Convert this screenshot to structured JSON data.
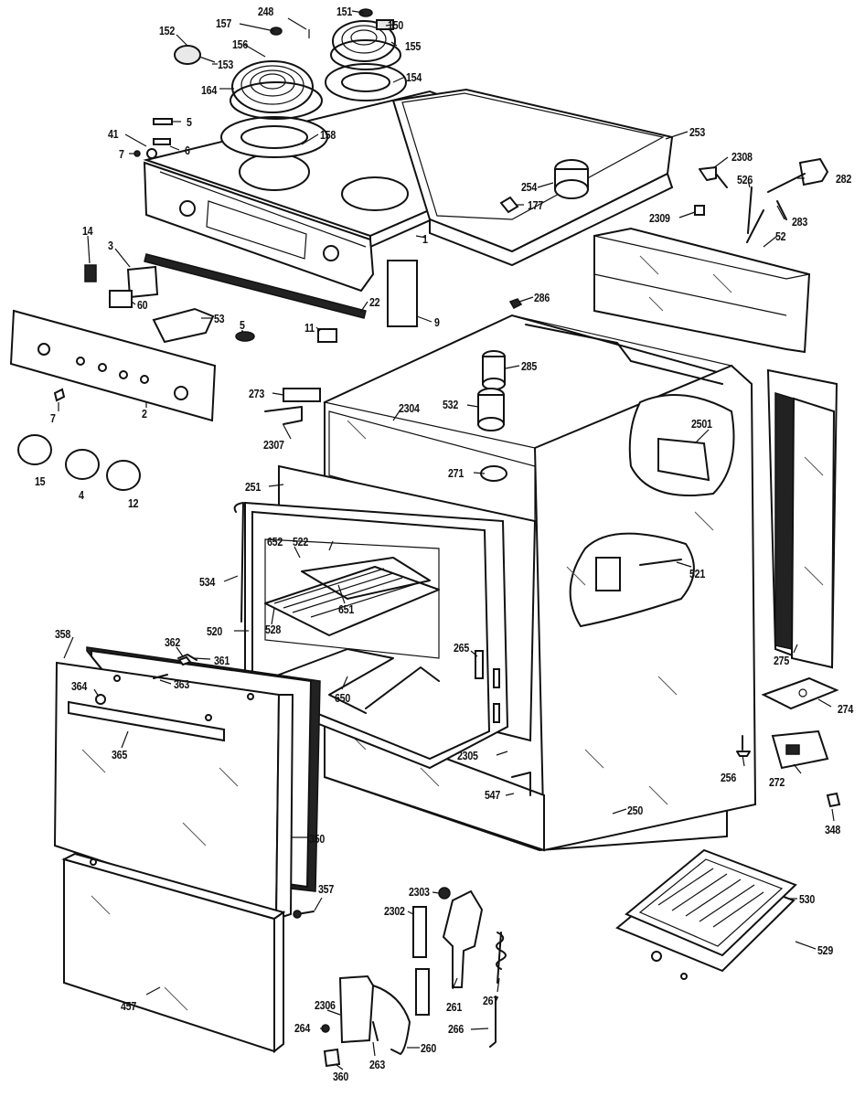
{
  "labels": [
    {
      "id": "248",
      "text": "248"
    },
    {
      "id": "151",
      "text": "151"
    },
    {
      "id": "157",
      "text": "157"
    },
    {
      "id": "150",
      "text": "150"
    },
    {
      "id": "152",
      "text": "152"
    },
    {
      "id": "156",
      "text": "156"
    },
    {
      "id": "155",
      "text": "155"
    },
    {
      "id": "153",
      "text": "153"
    },
    {
      "id": "164",
      "text": "164"
    },
    {
      "id": "154",
      "text": "154"
    },
    {
      "id": "5a",
      "text": "5"
    },
    {
      "id": "41",
      "text": "41"
    },
    {
      "id": "6",
      "text": "6"
    },
    {
      "id": "7a",
      "text": "7"
    },
    {
      "id": "158",
      "text": "158"
    },
    {
      "id": "253",
      "text": "253"
    },
    {
      "id": "2308",
      "text": "2308"
    },
    {
      "id": "526",
      "text": "526"
    },
    {
      "id": "282",
      "text": "282"
    },
    {
      "id": "254",
      "text": "254"
    },
    {
      "id": "177",
      "text": "177"
    },
    {
      "id": "2309",
      "text": "2309"
    },
    {
      "id": "283",
      "text": "283"
    },
    {
      "id": "14",
      "text": "14"
    },
    {
      "id": "3",
      "text": "3"
    },
    {
      "id": "1",
      "text": "1"
    },
    {
      "id": "52",
      "text": "52"
    },
    {
      "id": "22",
      "text": "22"
    },
    {
      "id": "60",
      "text": "60"
    },
    {
      "id": "53",
      "text": "53"
    },
    {
      "id": "9",
      "text": "9"
    },
    {
      "id": "286",
      "text": "286"
    },
    {
      "id": "5b",
      "text": "5"
    },
    {
      "id": "11",
      "text": "11"
    },
    {
      "id": "285",
      "text": "285"
    },
    {
      "id": "7b",
      "text": "7"
    },
    {
      "id": "2",
      "text": "2"
    },
    {
      "id": "273",
      "text": "273"
    },
    {
      "id": "2304",
      "text": "2304"
    },
    {
      "id": "532",
      "text": "532"
    },
    {
      "id": "2501",
      "text": "2501"
    },
    {
      "id": "2307",
      "text": "2307"
    },
    {
      "id": "15",
      "text": "15"
    },
    {
      "id": "4",
      "text": "4"
    },
    {
      "id": "12",
      "text": "12"
    },
    {
      "id": "271",
      "text": "271"
    },
    {
      "id": "251",
      "text": "251"
    },
    {
      "id": "652",
      "text": "652"
    },
    {
      "id": "522",
      "text": "522"
    },
    {
      "id": "534",
      "text": "534"
    },
    {
      "id": "651",
      "text": "651"
    },
    {
      "id": "521",
      "text": "521"
    },
    {
      "id": "528",
      "text": "528"
    },
    {
      "id": "358",
      "text": "358"
    },
    {
      "id": "520",
      "text": "520"
    },
    {
      "id": "362",
      "text": "362"
    },
    {
      "id": "361",
      "text": "361"
    },
    {
      "id": "265",
      "text": "265"
    },
    {
      "id": "275",
      "text": "275"
    },
    {
      "id": "364",
      "text": "364"
    },
    {
      "id": "363",
      "text": "363"
    },
    {
      "id": "650",
      "text": "650"
    },
    {
      "id": "274",
      "text": "274"
    },
    {
      "id": "365",
      "text": "365"
    },
    {
      "id": "2305",
      "text": "2305"
    },
    {
      "id": "256",
      "text": "256"
    },
    {
      "id": "272",
      "text": "272"
    },
    {
      "id": "547",
      "text": "547"
    },
    {
      "id": "250",
      "text": "250"
    },
    {
      "id": "348",
      "text": "348"
    },
    {
      "id": "350",
      "text": "350"
    },
    {
      "id": "2303",
      "text": "2303"
    },
    {
      "id": "357",
      "text": "357"
    },
    {
      "id": "530",
      "text": "530"
    },
    {
      "id": "2302",
      "text": "2302"
    },
    {
      "id": "529",
      "text": "529"
    },
    {
      "id": "267",
      "text": "267"
    },
    {
      "id": "261",
      "text": "261"
    },
    {
      "id": "457",
      "text": "457"
    },
    {
      "id": "2306",
      "text": "2306"
    },
    {
      "id": "264",
      "text": "264"
    },
    {
      "id": "266",
      "text": "266"
    },
    {
      "id": "260",
      "text": "260"
    },
    {
      "id": "263",
      "text": "263"
    },
    {
      "id": "360",
      "text": "360"
    }
  ]
}
